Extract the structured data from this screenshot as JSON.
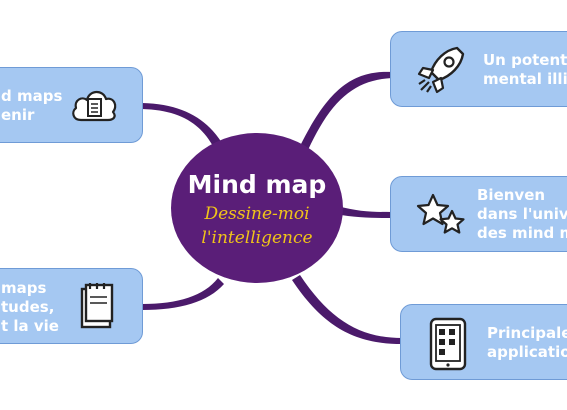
{
  "center": {
    "title": "Mind map",
    "subtitle_line1": "Dessine-moi",
    "subtitle_line2": "l'intelligence"
  },
  "nodes": {
    "top_left": {
      "text": "d maps\nenir",
      "icon": "cloud-document-icon"
    },
    "bottom_left": {
      "text": "maps\ntudes,\nt la vie",
      "icon": "notebook-icon"
    },
    "top_right": {
      "text": "Un potent\nmental illin",
      "icon": "rocket-icon"
    },
    "middle_right": {
      "text": "Bienven\ndans l'univ\ndes mind m",
      "icon": "stars-icon"
    },
    "bottom_right": {
      "text": "Principale\napplication",
      "icon": "tablet-app-icon"
    }
  },
  "colors": {
    "center": "#5a1e78",
    "center_subtitle": "#f0c419",
    "branch": "#4b1a6b",
    "node_fill": "#a5c8f2",
    "node_border": "#6f9bd6"
  }
}
